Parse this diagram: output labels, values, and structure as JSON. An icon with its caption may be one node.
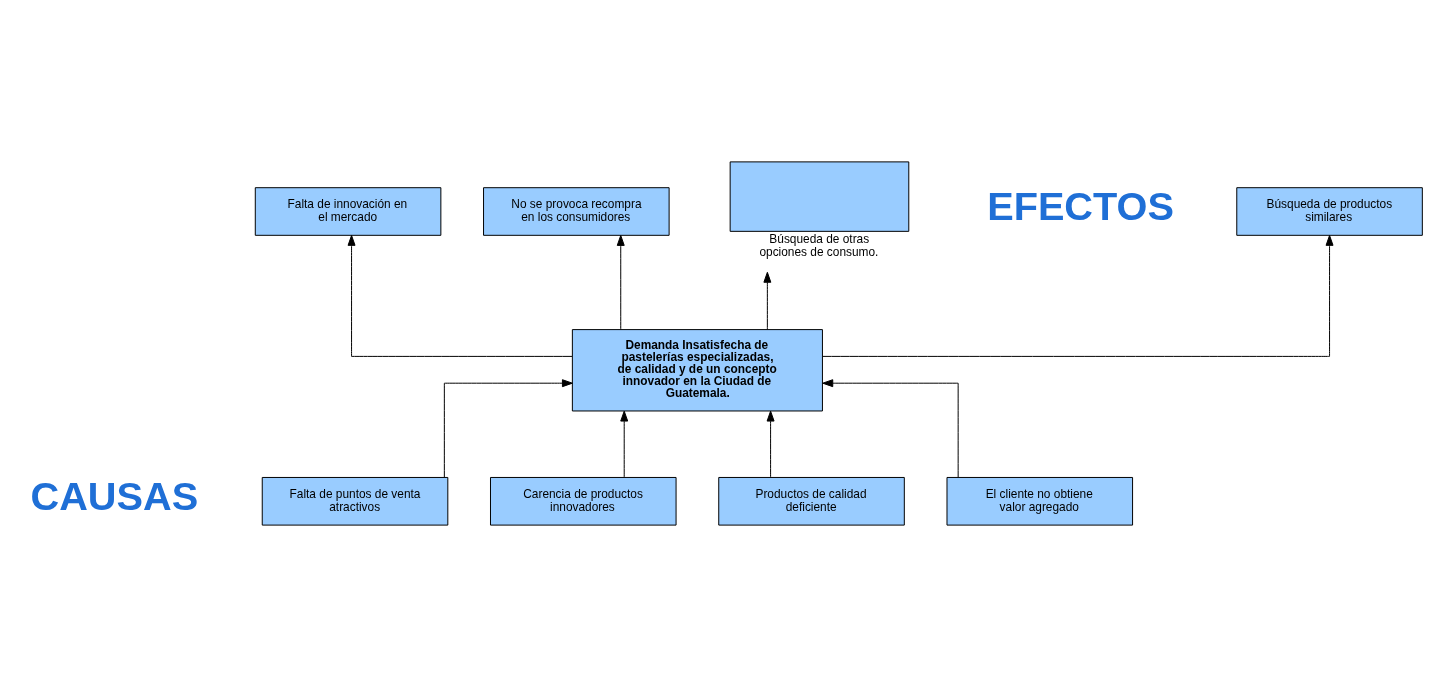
{
  "diagram": {
    "nodes": [
      {
        "text": [
          "Búsqueda de productos similares"
        ]
      },
      {
        "text": [
          "Falta de innovación en el mercado"
        ]
      },
      {
        "text": [
          "No se provoca recompra en los consumidores"
        ]
      },
      {
        "text": [
          "Búsqueda de otras opciones de consumo."
        ]
      },
      {
        "text": [
          "Demanda Insatisfecha de pastelerías especializadas, de calidad y de un concepto innovador en la Ciudad de Guatemala."
        ]
      },
      {
        "text": [
          "Falta de puntos de venta atractivos"
        ]
      },
      {
        "text": [
          "Carencia de productos innovadores"
        ]
      },
      {
        "text": [
          "Productos de calidad deficiente"
        ]
      },
      {
        "text": [
          "El cliente no obtiene valor agregado"
        ]
      }
    ],
    "edges": [
      {
        "from": 4,
        "to": 0,
        "arrow": "to"
      },
      {
        "from": 4,
        "to": 1,
        "arrow": "to"
      },
      {
        "from": 4,
        "to": 2,
        "arrow": "to"
      },
      {
        "from": 4,
        "to": 3,
        "arrow": "to"
      },
      {
        "from": 5,
        "to": 4,
        "arrow": "to"
      },
      {
        "from": 6,
        "to": 4,
        "arrow": "to"
      },
      {
        "from": 7,
        "to": 4,
        "arrow": "to"
      },
      {
        "from": 8,
        "to": 4,
        "arrow": "to"
      }
    ],
    "labels": [
      "EFECTOS",
      "CAUSAS"
    ]
  }
}
